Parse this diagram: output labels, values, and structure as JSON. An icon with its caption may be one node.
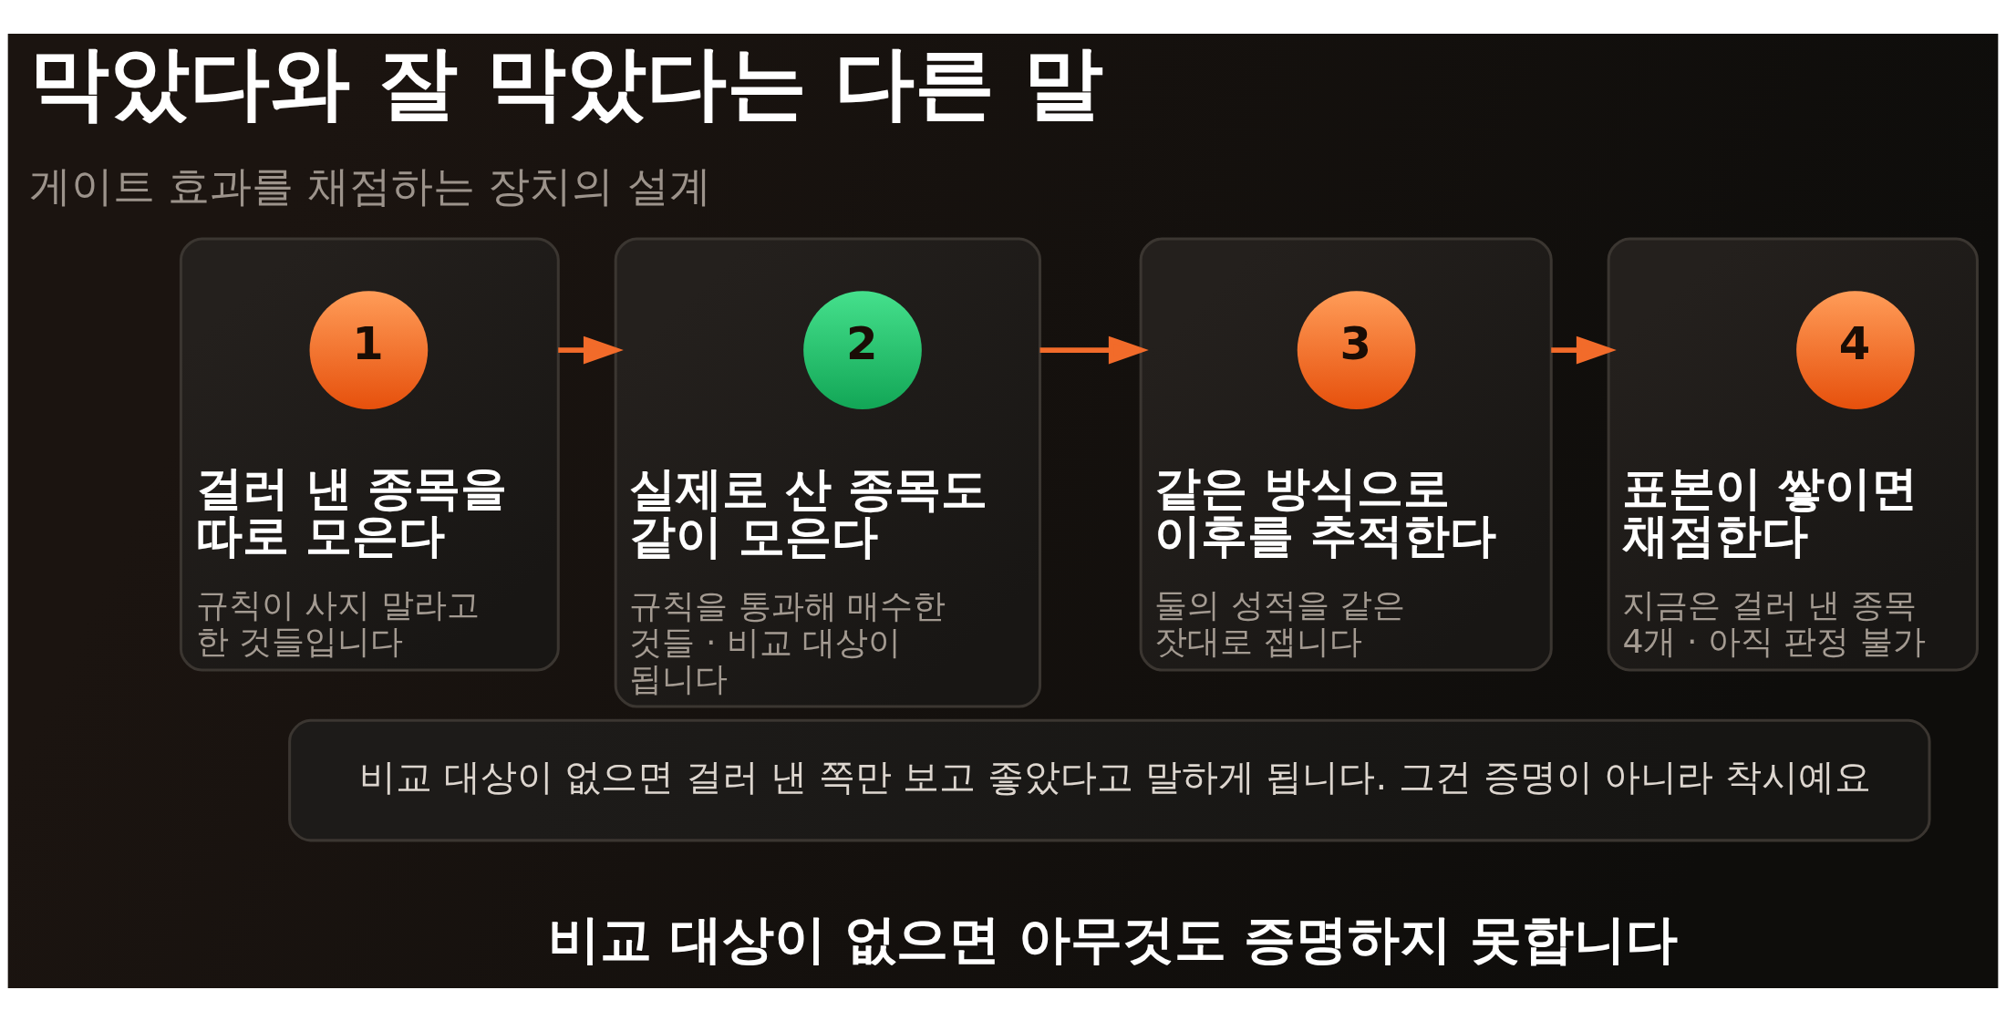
{
  "diagram": {
    "title": "막았다와 잘 막았다는 다른 말",
    "caption": "비교 대상이 없으면 아무것도 증명하지 못합니다",
    "nodes": [
      {
        "text": [
          "걸러 낸 종목을 따로 모은다",
          "규칙이 사지 말라고 한 것들입니다"
        ]
      },
      {
        "text": [
          "1"
        ],
        "in": 0
      },
      {
        "text": [
          "실제로 산 종목도 같이 모은다",
          "규칙을 통과해 매수한 것들 · 비교 대상이 됩니다"
        ]
      },
      {
        "text": [
          "2"
        ],
        "in": 2
      },
      {
        "text": [
          "같은 방식으로 이후를 추적한다",
          "둘의 성적을 같은 잣대로 잽니다"
        ]
      },
      {
        "text": [
          "3"
        ],
        "in": 4
      },
      {
        "text": [
          "표본이 쌓이면 채점한다",
          "지금은 걸러 낸 종목 4개 · 아직 판정 불가"
        ]
      },
      {
        "text": [
          "4"
        ],
        "in": 6
      },
      {
        "text": [
          "비교 대상이 없으면 걸러 낸 쪽만 보고 좋았다고 말하게 됩니다. 그건 증명이 아니라 착시예요"
        ]
      }
    ],
    "edges": [
      {
        "from": 0,
        "to": 2,
        "arrow": "to"
      },
      {
        "from": 2,
        "to": 4,
        "arrow": "to"
      },
      {
        "from": 4,
        "to": 6,
        "arrow": "to"
      }
    ],
    "labels": [
      "게이트 효과를 채점하는 장치의 설계"
    ]
  }
}
